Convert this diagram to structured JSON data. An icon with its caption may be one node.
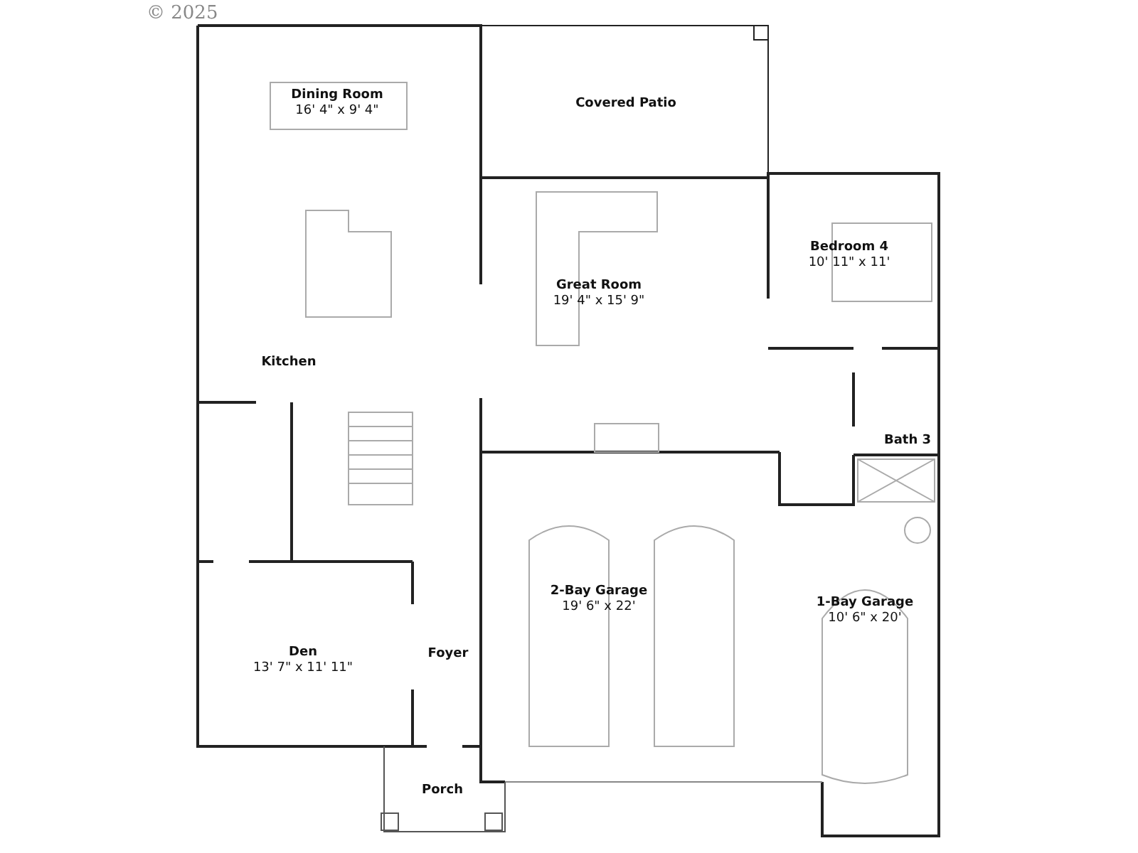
{
  "diagram": {
    "nodes": [
      {
        "text": [
          "Dining Room",
          "16' 4\" x 9' 4\""
        ]
      },
      {
        "text": [
          "Covered Patio"
        ]
      },
      {
        "text": [
          "Bedroom 4",
          "10' 11\" x 11'"
        ]
      },
      {
        "text": [
          "Great Room",
          "19' 4\" x 15' 9\""
        ]
      },
      {
        "text": [
          "Kitchen"
        ]
      },
      {
        "text": [
          "Bath 3"
        ]
      },
      {
        "text": [
          "2-Bay Garage",
          "19' 6\" x 22'"
        ]
      },
      {
        "text": [
          "1-Bay Garage",
          "10' 6\" x 20'"
        ]
      },
      {
        "text": [
          "Den",
          "13' 7\" x 11' 11\""
        ]
      },
      {
        "text": [
          "Foyer"
        ]
      },
      {
        "text": [
          "Porch"
        ]
      }
    ],
    "labels": [
      "© 2025"
    ]
  }
}
